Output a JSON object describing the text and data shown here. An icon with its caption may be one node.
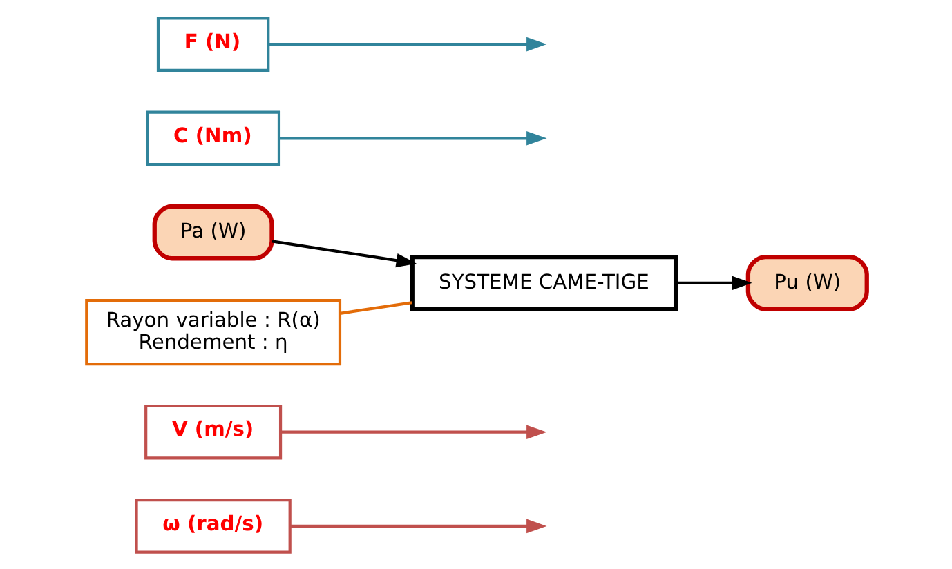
{
  "diagram": {
    "nodes": [
      {
        "text": [
          "ω (rad/s)"
        ]
      },
      {
        "text": [
          "V (m/s)"
        ]
      },
      {
        "text": [
          "Pa (W)"
        ]
      },
      {
        "text": [
          "SYSTEME CAME-TIGE"
        ]
      },
      {
        "text": [
          "Pu (W)"
        ]
      },
      {
        "text": [
          "C (Nm)"
        ]
      },
      {
        "text": [
          "F (N)"
        ]
      },
      {
        "text": [
          "Rayon variable : R(α)",
          "Rendement : η"
        ]
      }
    ],
    "edges": [
      {
        "from": 2,
        "to": 3,
        "arrow": "to"
      },
      {
        "from": 3,
        "to": 4,
        "arrow": "to"
      },
      {
        "from": 0,
        "to": null,
        "arrow": "to",
        "color": "#c0504d"
      },
      {
        "from": 5,
        "to": null,
        "arrow": "to",
        "color": "#31849b"
      },
      {
        "from": 1,
        "to": null,
        "arrow": "to",
        "color": "#c0504d"
      },
      {
        "from": 6,
        "to": null,
        "arrow": "to",
        "color": "#31849b"
      },
      {
        "from": 7,
        "to": 3,
        "arrow": "none",
        "color": "#e36c09"
      }
    ]
  }
}
